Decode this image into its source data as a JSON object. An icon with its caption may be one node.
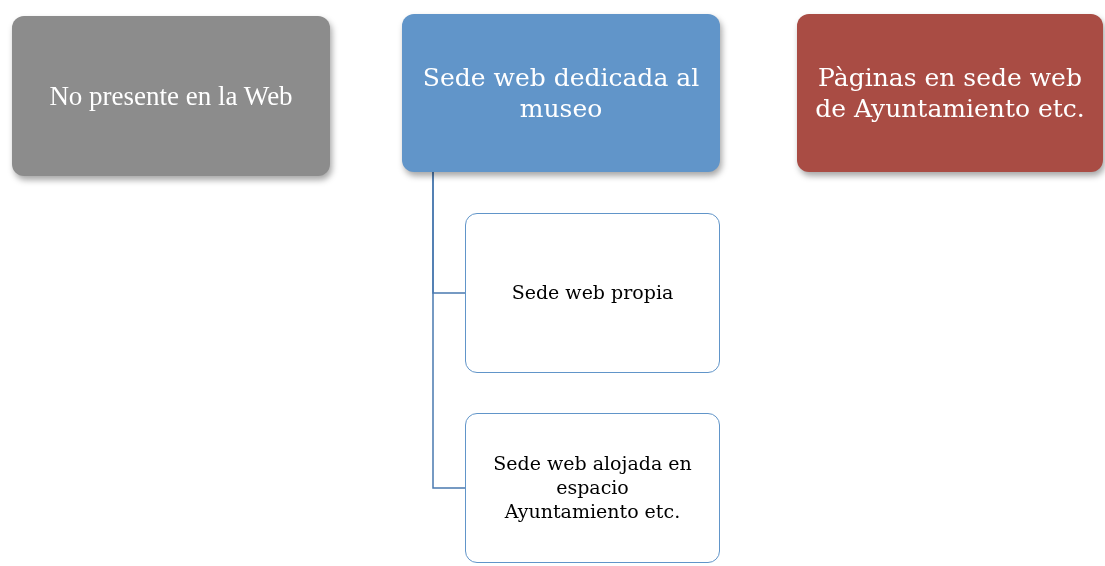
{
  "diagram": {
    "nodes": [
      {
        "text": [
          "No presente en la Web"
        ]
      },
      {
        "text": [
          "Sede web dedicada al museo"
        ]
      },
      {
        "text": [
          "Pàginas en sede web de Ayuntamiento etc."
        ]
      },
      {
        "text": [
          "Sede web propia"
        ]
      },
      {
        "text": [
          "Sede web alojada en  espacio Ayuntamiento etc."
        ]
      }
    ],
    "edges": [
      {
        "from": 1,
        "to": 3,
        "arrow": "none"
      },
      {
        "from": 1,
        "to": 4,
        "arrow": "none"
      }
    ]
  }
}
